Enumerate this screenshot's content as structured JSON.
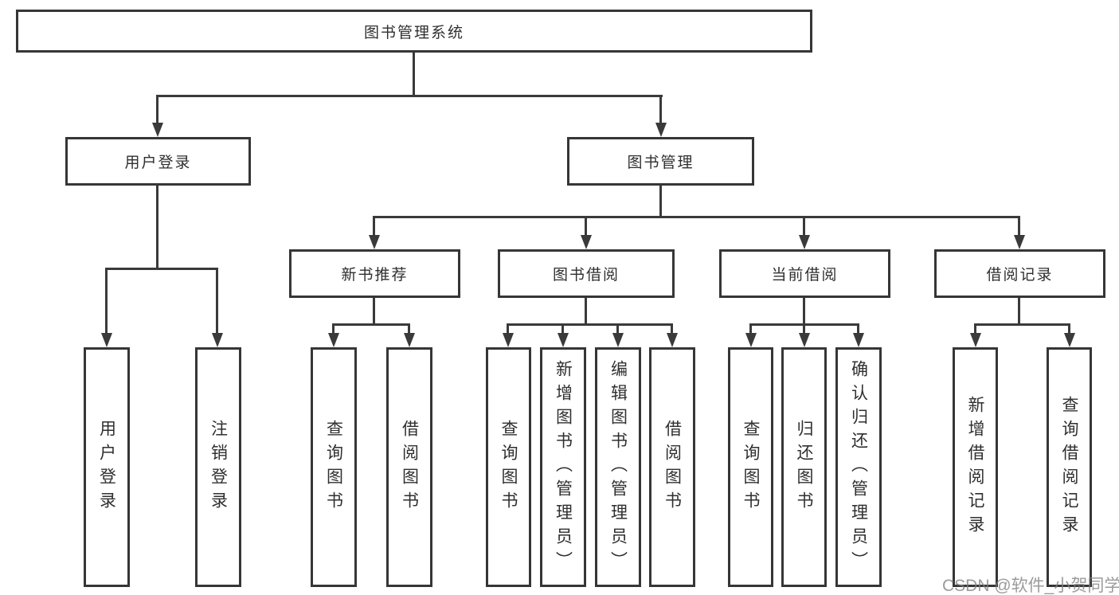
{
  "title": "图书管理系统",
  "tree": {
    "root": {
      "label": "图书管理系统",
      "children": [
        {
          "label": "用户登录",
          "children": [
            {
              "label": "用户登录"
            },
            {
              "label": "注销登录"
            }
          ]
        },
        {
          "label": "图书管理",
          "children": [
            {
              "label": "新书推荐",
              "children": [
                {
                  "label": "查询图书"
                },
                {
                  "label": "借阅图书"
                }
              ]
            },
            {
              "label": "图书借阅",
              "children": [
                {
                  "label": "查询图书"
                },
                {
                  "label": "新增图书（管理员）"
                },
                {
                  "label": "编辑图书（管理员）"
                },
                {
                  "label": "借阅图书"
                }
              ]
            },
            {
              "label": "当前借阅",
              "children": [
                {
                  "label": "查询图书"
                },
                {
                  "label": "归还图书"
                },
                {
                  "label": "确认归还（管理员）"
                }
              ]
            },
            {
              "label": "借阅记录",
              "children": [
                {
                  "label": "新增借阅记录"
                },
                {
                  "label": "查询借阅记录"
                }
              ]
            }
          ]
        }
      ]
    }
  },
  "watermark": {
    "text": "CSDN @软件_小贺同学"
  },
  "colors": {
    "line": "#3a3a3a",
    "border": "#363636",
    "text": "#2f2f2f",
    "background": "#ffffff",
    "watermark": "#828282"
  }
}
